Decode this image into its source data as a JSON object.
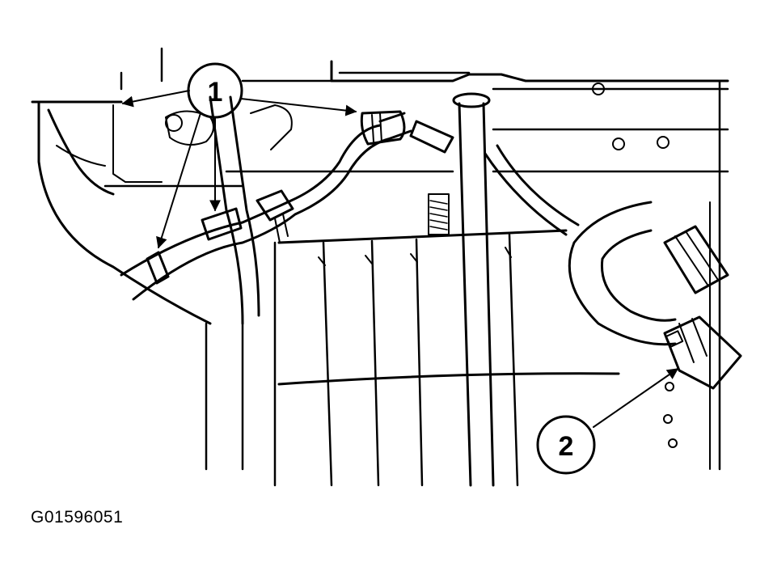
{
  "figure": {
    "id": "G01596051",
    "callouts": [
      {
        "label": "1"
      },
      {
        "label": "2"
      }
    ]
  }
}
